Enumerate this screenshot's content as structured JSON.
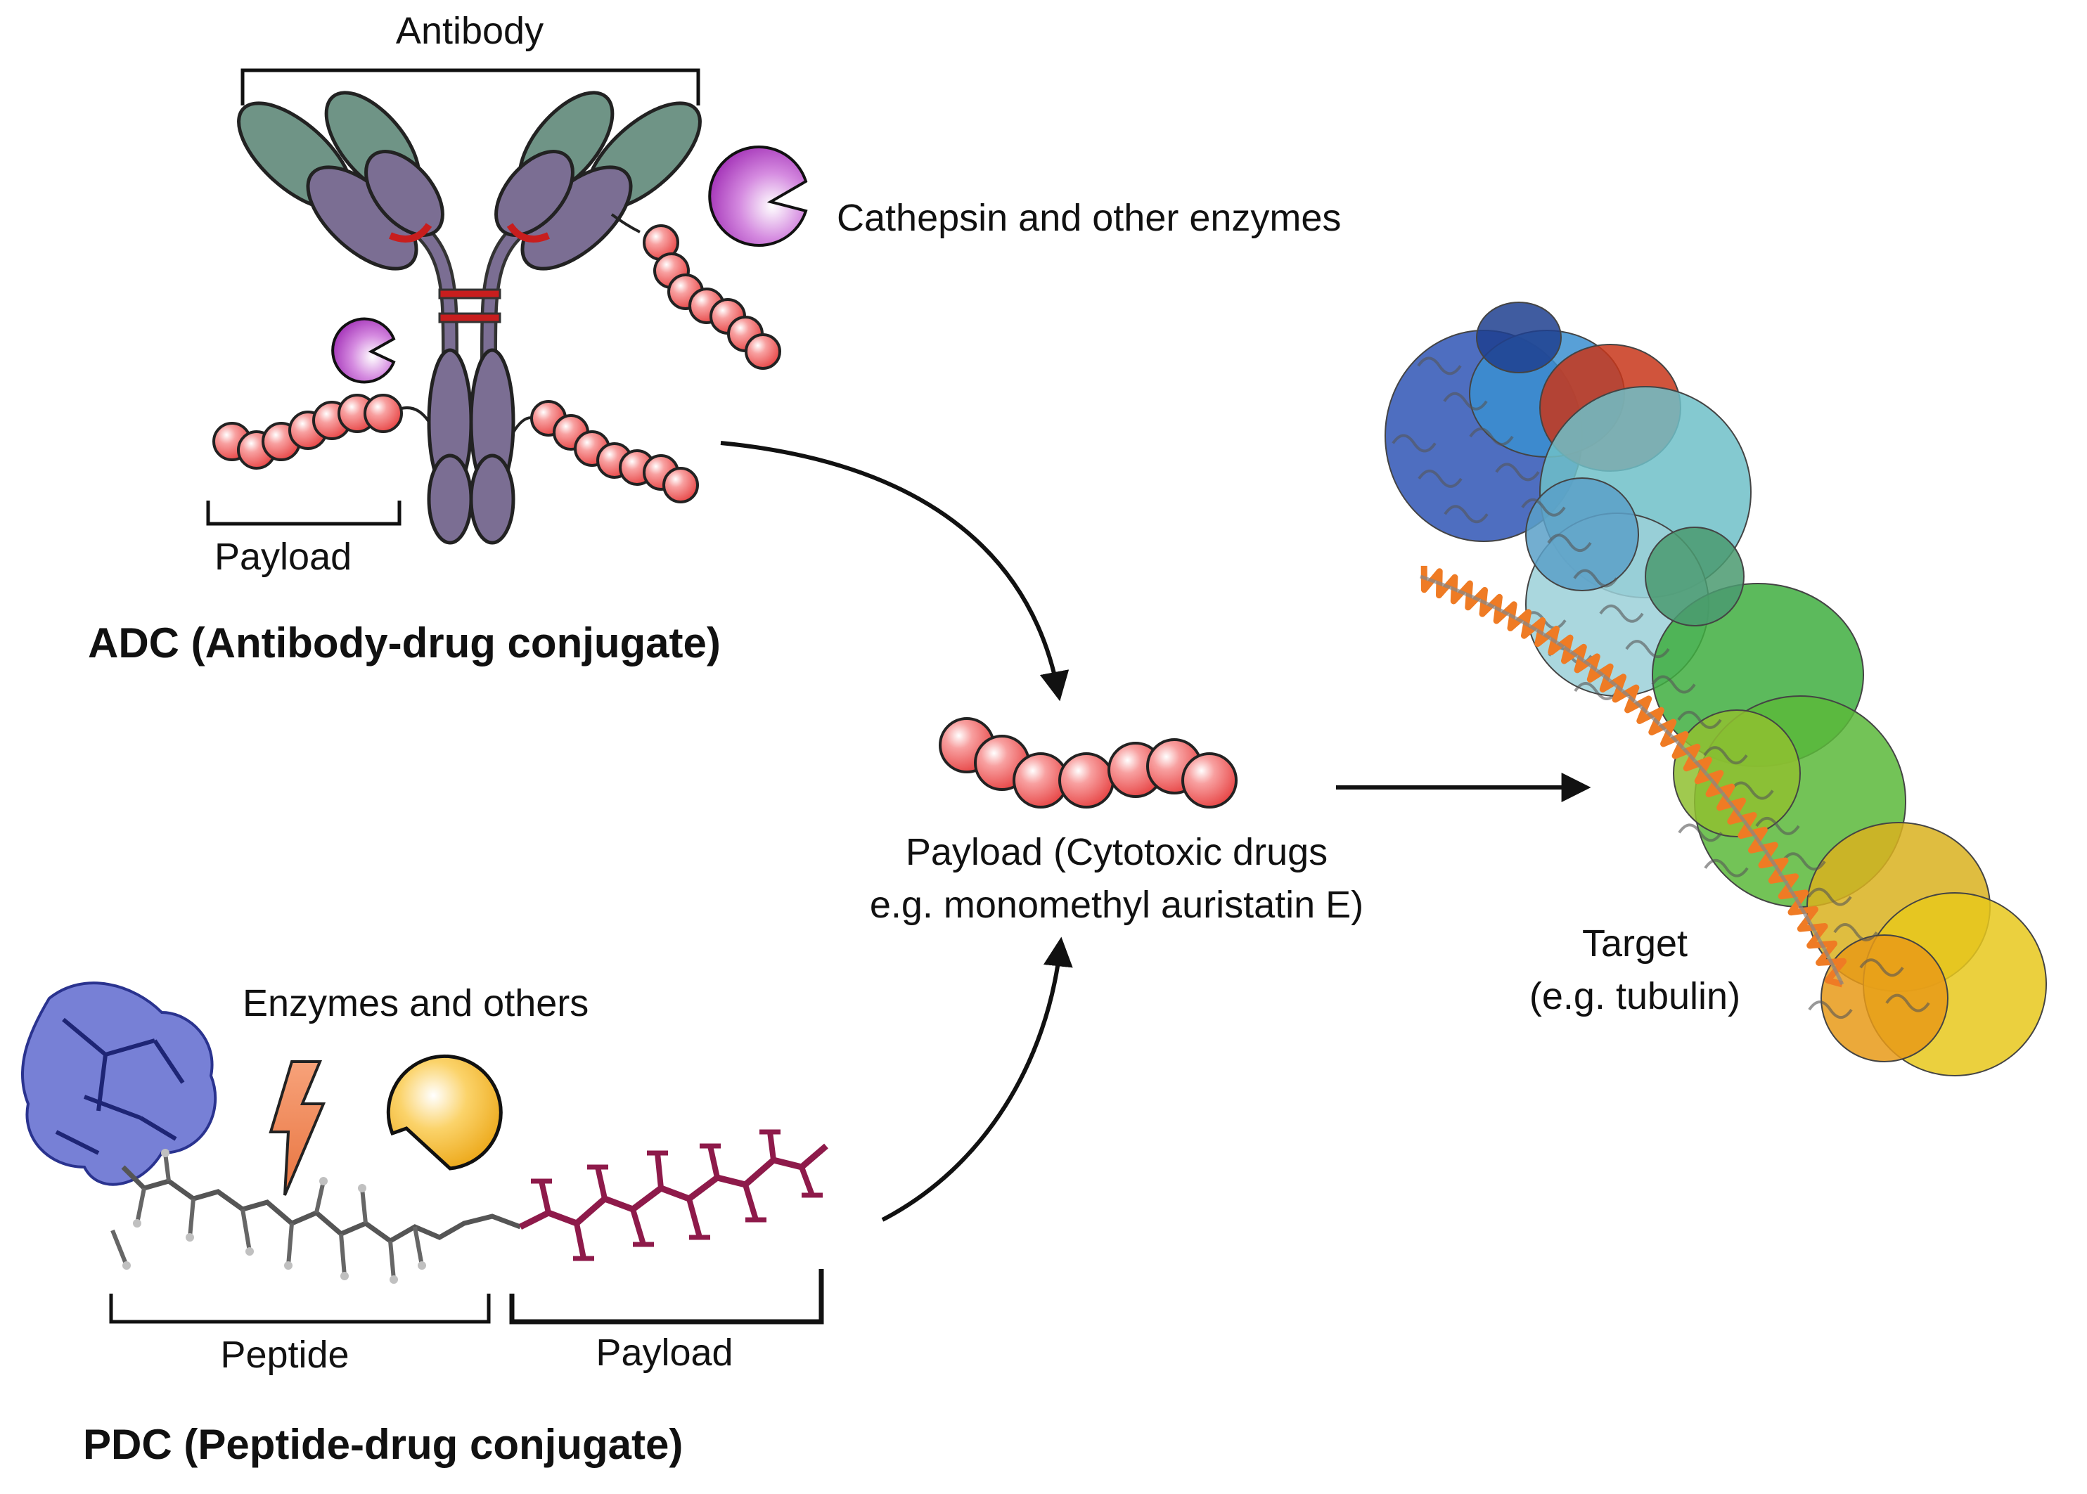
{
  "labels": {
    "antibody": "Antibody",
    "cathepsin": "Cathepsin and other enzymes",
    "adc_payload": "Payload",
    "adc_title": "ADC (Antibody-drug conjugate)",
    "payload_line1": "Payload (Cytotoxic drugs",
    "payload_line2": "e.g. monomethyl auristatin E)",
    "target_line1": "Target",
    "target_line2": "(e.g. tubulin)",
    "enzymes": "Enzymes and others",
    "peptide": "Peptide",
    "pdc_payload": "Payload",
    "pdc_title": "PDC (Peptide-drug conjugate)"
  },
  "colors": {
    "antibody_constant": "#7b6e93",
    "antibody_variable": "#6f9486",
    "disulfide": "#c81e1e",
    "payload_bead": "#f06d6d",
    "enzyme_purple": "#a030b8",
    "enzyme_yellow": "#f2b318",
    "bolt": "#f08a5a",
    "peptide_surface": "#4a56c8",
    "payload_molecule": "#8e1a4a",
    "helix": "#ef7b24"
  },
  "icons": {
    "enzyme_large": "pacman-enzyme-icon",
    "enzyme_small": "pacman-enzyme-icon",
    "enzyme_pdc": "pacman-enzyme-icon",
    "bolt": "lightning-bolt-icon"
  }
}
